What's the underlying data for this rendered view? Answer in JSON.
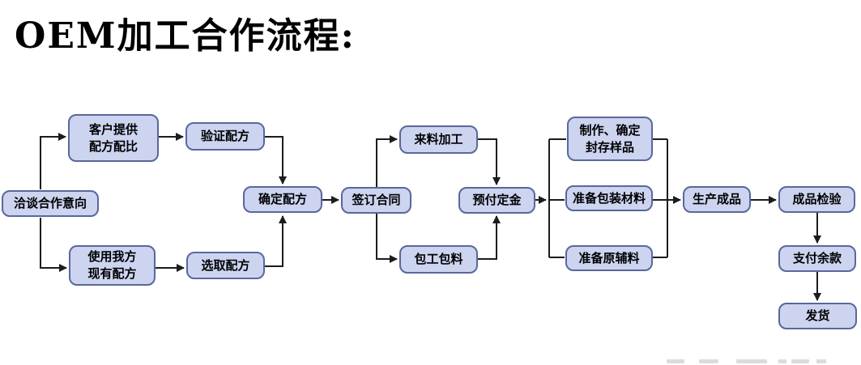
{
  "title": "OEM加工合作流程:",
  "flowchart": {
    "node_fill": "#ccd4f0",
    "node_border": "#5a679b",
    "line_color": "#1c1c1c",
    "text_color": "#000000",
    "nodes": [
      {
        "id": "negotiate",
        "label": "洽谈合作意向"
      },
      {
        "id": "customer-formula",
        "label": "客户提供\n配方配比"
      },
      {
        "id": "use-our-formula",
        "label": "使用我方\n现有配方"
      },
      {
        "id": "verify-formula",
        "label": "验证配方"
      },
      {
        "id": "select-formula",
        "label": "选取配方"
      },
      {
        "id": "confirm-formula",
        "label": "确定配方"
      },
      {
        "id": "sign-contract",
        "label": "签订合同"
      },
      {
        "id": "incoming-processing",
        "label": "来料加工"
      },
      {
        "id": "full-package",
        "label": "包工包料"
      },
      {
        "id": "pay-deposit",
        "label": "预付定金"
      },
      {
        "id": "make-seal-sample",
        "label": "制作、确定\n封存样品"
      },
      {
        "id": "prepare-packaging",
        "label": "准备包装材料"
      },
      {
        "id": "prepare-raw",
        "label": "准备原辅料"
      },
      {
        "id": "produce-goods",
        "label": "生产成品"
      },
      {
        "id": "final-inspection",
        "label": "成品检验"
      },
      {
        "id": "pay-balance",
        "label": "支付余款"
      },
      {
        "id": "ship-goods",
        "label": "发货"
      }
    ],
    "edges": [
      {
        "from": "negotiate",
        "to": "customer-formula"
      },
      {
        "from": "negotiate",
        "to": "use-our-formula"
      },
      {
        "from": "customer-formula",
        "to": "verify-formula"
      },
      {
        "from": "use-our-formula",
        "to": "select-formula"
      },
      {
        "from": "verify-formula",
        "to": "confirm-formula"
      },
      {
        "from": "select-formula",
        "to": "confirm-formula"
      },
      {
        "from": "confirm-formula",
        "to": "sign-contract"
      },
      {
        "from": "sign-contract",
        "to": "incoming-processing"
      },
      {
        "from": "sign-contract",
        "to": "full-package"
      },
      {
        "from": "incoming-processing",
        "to": "pay-deposit"
      },
      {
        "from": "full-package",
        "to": "pay-deposit"
      },
      {
        "from": "pay-deposit",
        "to": "make-seal-sample"
      },
      {
        "from": "pay-deposit",
        "to": "prepare-packaging"
      },
      {
        "from": "pay-deposit",
        "to": "prepare-raw"
      },
      {
        "from": "make-seal-sample",
        "to": "produce-goods"
      },
      {
        "from": "prepare-packaging",
        "to": "produce-goods"
      },
      {
        "from": "prepare-raw",
        "to": "produce-goods"
      },
      {
        "from": "produce-goods",
        "to": "final-inspection"
      },
      {
        "from": "final-inspection",
        "to": "pay-balance"
      },
      {
        "from": "pay-balance",
        "to": "ship-goods"
      }
    ]
  }
}
